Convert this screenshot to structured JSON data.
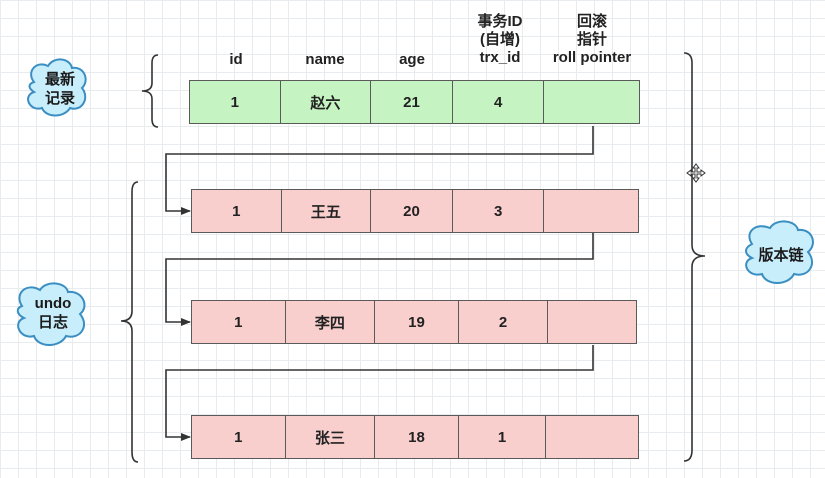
{
  "headers": {
    "id": "id",
    "name": "name",
    "age": "age",
    "trx_id": "事务ID\n(自增)\ntrx_id",
    "roll_pointer": "回滚\n指针\nroll  pointer"
  },
  "labels": {
    "latest": "最新\n记录",
    "undo": "undo\n日志",
    "chain": "版本链"
  },
  "rows": [
    {
      "id": "1",
      "name": "赵六",
      "age": "21",
      "trx_id": "4",
      "roll_pointer": ""
    },
    {
      "id": "1",
      "name": "王五",
      "age": "20",
      "trx_id": "3",
      "roll_pointer": ""
    },
    {
      "id": "1",
      "name": "李四",
      "age": "19",
      "trx_id": "2",
      "roll_pointer": ""
    },
    {
      "id": "1",
      "name": "张三",
      "age": "18",
      "trx_id": "1",
      "roll_pointer": ""
    }
  ],
  "colors": {
    "latest_row": "#c6f3c2",
    "undo_row": "#f9cfcd",
    "cloud_fill": "#c9eefb",
    "cloud_stroke": "#3a8ec2",
    "line": "#333333"
  }
}
